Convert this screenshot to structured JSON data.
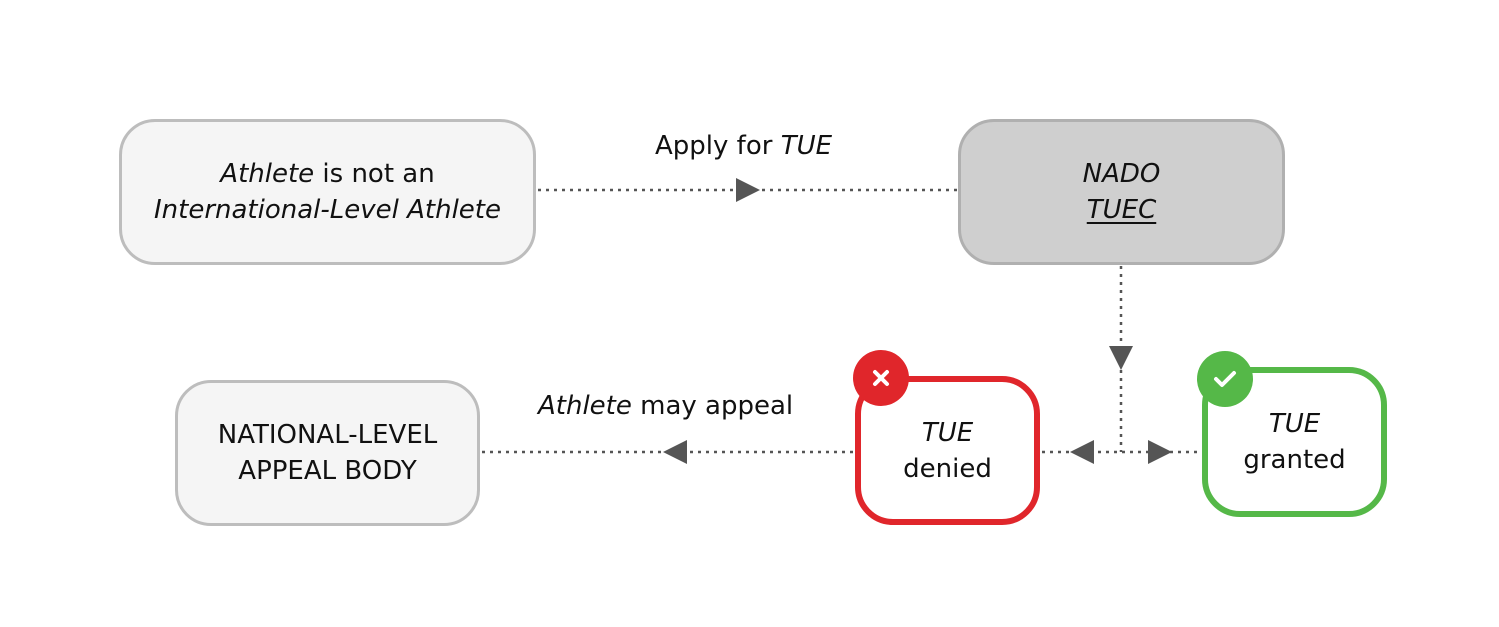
{
  "nodes": {
    "athlete": {
      "line1_italic": "Athlete",
      "line1_rest": " is not an",
      "line2": "International-Level Athlete"
    },
    "nado": {
      "line1": "NADO",
      "line2": "TUEC"
    },
    "denied": {
      "line1": "TUE",
      "line2": "denied"
    },
    "granted": {
      "line1": "TUE",
      "line2": "granted"
    },
    "appeal": {
      "line1": "NATIONAL-LEVEL",
      "line2": "APPEAL BODY"
    }
  },
  "edges": {
    "apply": {
      "text": "Apply for ",
      "italic": "TUE"
    },
    "appeal": {
      "italic": "Athlete",
      "text": " may appeal"
    }
  },
  "colors": {
    "denied": "#e0262b",
    "granted": "#55b848",
    "connector": "#555555"
  },
  "icons": {
    "denied_badge": "x-icon",
    "granted_badge": "checkmark-icon"
  }
}
